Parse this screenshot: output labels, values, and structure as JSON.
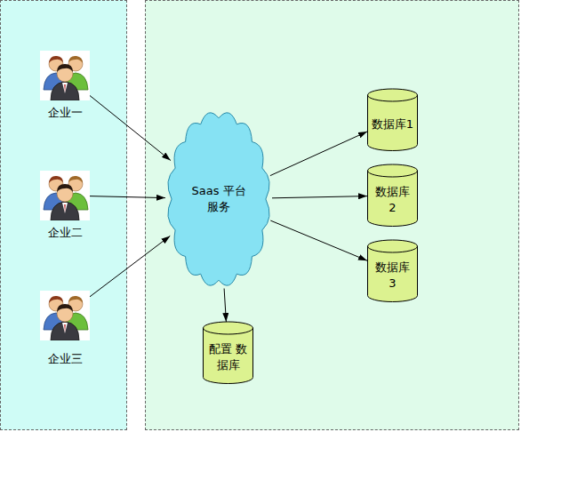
{
  "diagram": {
    "nodes": [
      {
        "text": [
          "企业一"
        ]
      },
      {
        "text": [
          "企业二"
        ]
      },
      {
        "text": [
          "企业三"
        ]
      },
      {
        "text": [
          "Saas 平台服务"
        ]
      },
      {
        "text": [
          "数据库1"
        ]
      },
      {
        "text": [
          "数据库 2"
        ]
      },
      {
        "text": [
          "数据库 3"
        ]
      },
      {
        "text": [
          "配置 数据库"
        ]
      }
    ],
    "edges": [
      {
        "from": 0,
        "to": 3,
        "arrow": "to"
      },
      {
        "from": 1,
        "to": 3,
        "arrow": "to"
      },
      {
        "from": 2,
        "to": 3,
        "arrow": "to"
      },
      {
        "from": 3,
        "to": 4,
        "arrow": "to"
      },
      {
        "from": 3,
        "to": 5,
        "arrow": "to"
      },
      {
        "from": 3,
        "to": 6,
        "arrow": "to"
      },
      {
        "from": 3,
        "to": 7,
        "arrow": "to"
      }
    ]
  }
}
